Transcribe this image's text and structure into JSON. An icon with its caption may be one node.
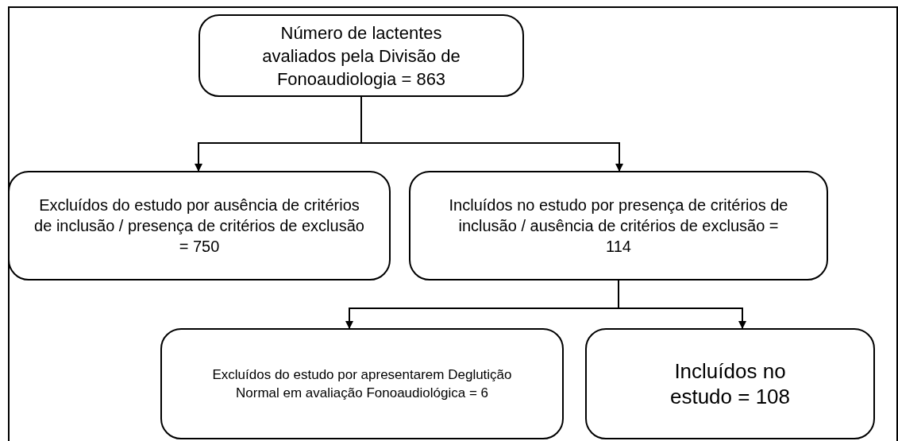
{
  "diagram": {
    "nodes": [
      {
        "text": [
          "Número de lactentes avaliados pela Divisão de Fonoaudiologia = 863"
        ]
      },
      {
        "text": [
          "Excluídos do estudo por ausência de critérios de inclusão / presença de critérios de exclusão = 750"
        ]
      },
      {
        "text": [
          "Incluídos no estudo por presença de critérios de inclusão / ausência de critérios de exclusão = 114"
        ]
      },
      {
        "text": [
          "Excluídos do estudo por apresentarem Deglutição Normal em avaliação Fonoaudiológica = 6"
        ]
      },
      {
        "text": [
          "Incluídos no estudo = 108"
        ]
      }
    ],
    "edges": [
      {
        "from": 0,
        "to": 1,
        "arrow": "to"
      },
      {
        "from": 0,
        "to": 2,
        "arrow": "to"
      },
      {
        "from": 2,
        "to": 3,
        "arrow": "to"
      },
      {
        "from": 2,
        "to": 4,
        "arrow": "to"
      }
    ]
  }
}
